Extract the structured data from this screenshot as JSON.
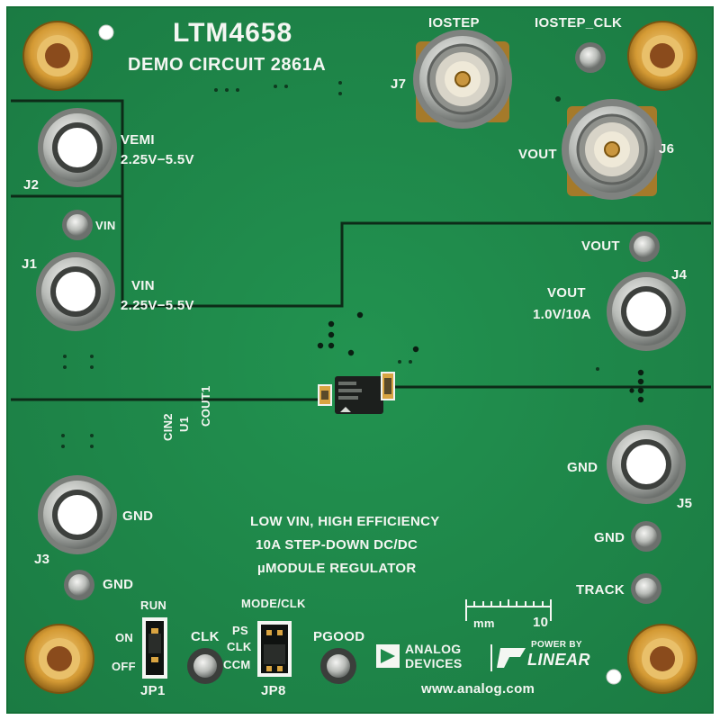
{
  "board": {
    "title": "LTM4658",
    "subtitle": "DEMO CIRCUIT 2861A",
    "description": [
      "LOW VIN, HIGH EFFICIENCY",
      "10A STEP-DOWN DC/DC",
      "µMODULE REGULATOR"
    ],
    "website": "www.analog.com",
    "colors": {
      "pcb": "#1f8a4c",
      "silk": "#f4f6f2",
      "gold": "#d9a441",
      "trace": "#0d2b18"
    }
  },
  "connectors": {
    "iostep": {
      "name": "IOSTEP",
      "ref": "J7"
    },
    "vout_bnc": {
      "name": "VOUT",
      "ref": "J6"
    },
    "iostep_clk": {
      "name": "IOSTEP_CLK"
    },
    "vemi": {
      "name": "VEMI",
      "range": "2.25V−5.5V",
      "ref": "J2"
    },
    "vin": {
      "name": "VIN",
      "range": "2.25V−5.5V",
      "ref": "J1",
      "turret": "VIN"
    },
    "vout": {
      "name": "VOUT",
      "rating": "1.0V/10A",
      "ref": "J4",
      "turret": "VOUT"
    },
    "gnd_left": {
      "name": "GND",
      "ref": "J3",
      "turret": "GND"
    },
    "gnd_right": {
      "name": "GND",
      "ref": "J5",
      "turret": "GND"
    },
    "track": {
      "name": "TRACK"
    }
  },
  "components": {
    "cin2": "CIN2",
    "u1": "U1",
    "cout1": "COUT1"
  },
  "jumpers": {
    "jp1": {
      "ref": "JP1",
      "title": "RUN",
      "on": "ON",
      "off": "OFF"
    },
    "jp8": {
      "ref": "JP8",
      "title": "MODE/CLK",
      "options": [
        "PS",
        "CLK",
        "CCM"
      ]
    }
  },
  "test_points": {
    "clk": "CLK",
    "pgood": "PGOOD"
  },
  "scale": {
    "unit": "mm",
    "value": "10"
  },
  "logos": {
    "analog": [
      "ANALOG",
      "DEVICES"
    ],
    "linear": {
      "top": "POWER BY",
      "bottom": "LINEAR"
    }
  }
}
